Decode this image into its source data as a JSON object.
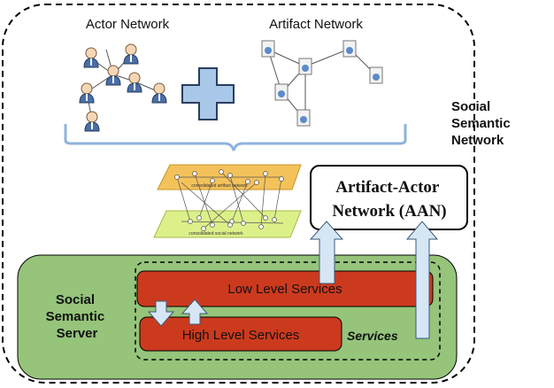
{
  "labels": {
    "actor_network": "Actor Network",
    "artifact_network": "Artifact Network",
    "social_semantic_network": [
      "Social",
      "Semantic",
      "Network"
    ],
    "aan": [
      "Artifact-Actor",
      "Network (AAN)"
    ],
    "low_level_services": "Low Level Services",
    "high_level_services": "High Level Services",
    "services": "Services",
    "social_semantic_server": [
      "Social",
      "Semantic",
      "Server"
    ],
    "consolidated_artifact_network": "consolidated artifact network",
    "consolidated_social_network": "consolidated social network"
  },
  "colors": {
    "server_green": "#95c47a",
    "service_red": "#cc3a1e",
    "arrow_blue": "#d6e6f4",
    "arrow_stroke": "#3b5a78",
    "plus_blue": "#a9c7e8",
    "brace_blue": "#8fb3dc",
    "plane_orange": "#f4c25a",
    "plane_green": "#dcf08a"
  },
  "icons": {
    "actor": "person-icon",
    "artifact": "document-icon",
    "combine": "plus-icon"
  }
}
